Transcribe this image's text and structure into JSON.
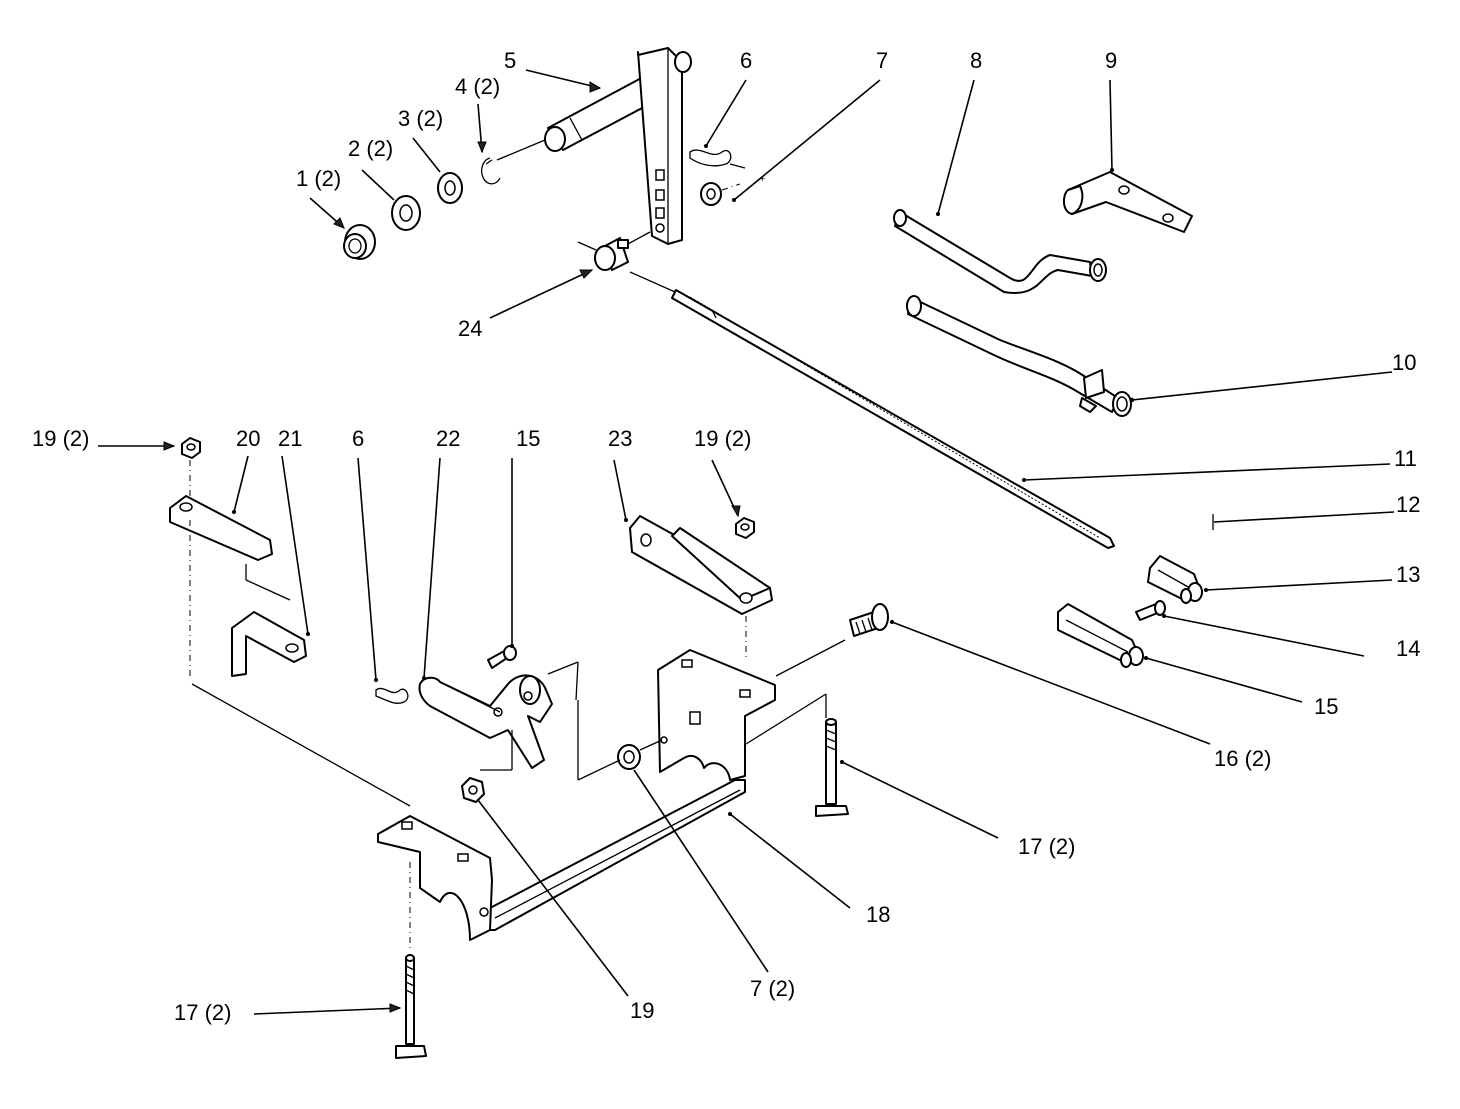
{
  "labels": {
    "l1": "1 (2)",
    "l2": "2 (2)",
    "l3": "3 (2)",
    "l4": "4 (2)",
    "l5": "5",
    "l6a": "6",
    "l7a": "7",
    "l8": "8",
    "l9": "9",
    "l10": "10",
    "l11": "11",
    "l12": "12",
    "l13": "13",
    "l14": "14",
    "l15a": "15",
    "l16": "16 (2)",
    "l17a": "17 (2)",
    "l18": "18",
    "l19a": "19",
    "l7b": "7 (2)",
    "l17b": "17 (2)",
    "l19b": "19 (2)",
    "l20": "20",
    "l21": "21",
    "l6b": "6",
    "l22": "22",
    "l15b": "15",
    "l23": "23",
    "l19c": "19 (2)",
    "l24": "24"
  }
}
